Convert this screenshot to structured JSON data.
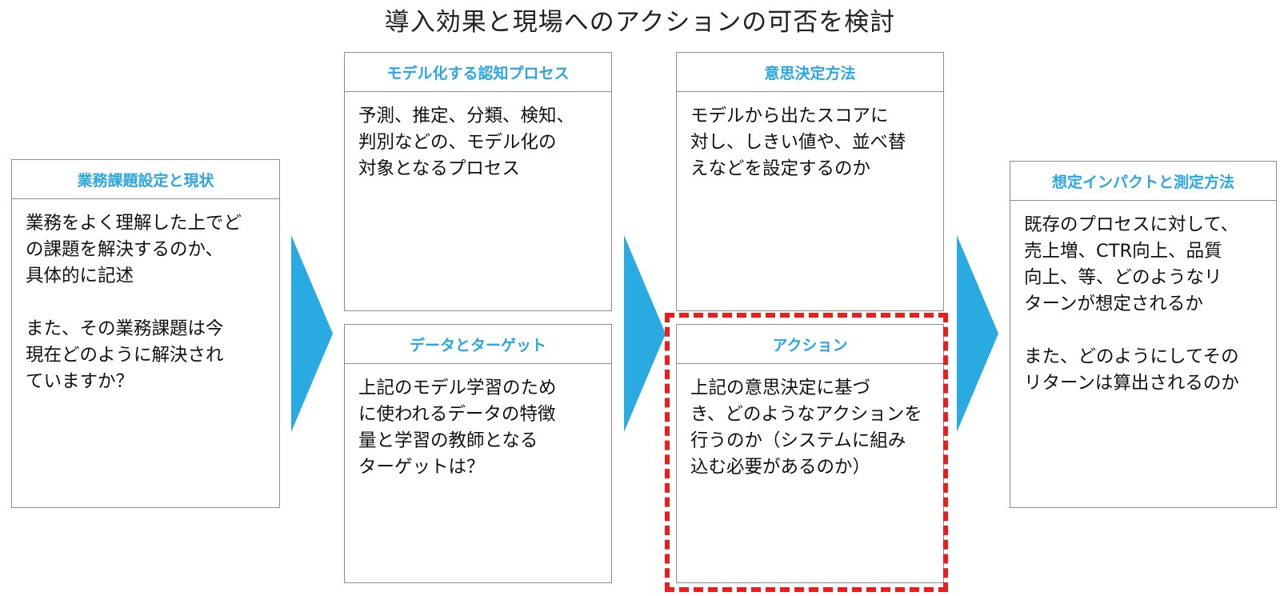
{
  "title": "導入効果と現場へのアクションの可否を検討",
  "colors": {
    "accent": "#2AA6E2",
    "arrow": "#29ABE2",
    "highlight": "#EE1C1C",
    "border": "#8C8C8C"
  },
  "cards": {
    "business": {
      "heading": "業務課題設定と現状",
      "body": "業務をよく理解した上でど\nの課題を解決するのか、\n具体的に記述\n\nまた、その業務課題は今\n現在どのように解決され\nていますか？"
    },
    "cognitive": {
      "heading": "モデル化する認知プロセス",
      "body": "予測、推定、分類、検知、\n判別などの、モデル化の\n対象となるプロセス"
    },
    "data": {
      "heading": "データとターゲット",
      "body": "上記のモデル学習のため\nに使われるデータの特徴\n量と学習の教師となる\nターゲットは？"
    },
    "decision": {
      "heading": "意思決定方法",
      "body": "モデルから出たスコアに\n対し、しきい値や、並べ替\nえなどを設定するのか"
    },
    "action": {
      "heading": "アクション",
      "body": "上記の意思決定に基づ\nき、どのようなアクションを\n行うのか（システムに組み\n込む必要があるのか）"
    },
    "impact": {
      "heading": "想定インパクトと測定方法",
      "body": "既存のプロセスに対して、\n売上増、CTR向上、品質\n向上、等、どのようなリ\nターンが想定されるか\n\nまた、どのようにしてその\nリターンは算出されるのか"
    }
  },
  "arrow_icon": "chevron-right-triangle",
  "highlighted_card": "action"
}
